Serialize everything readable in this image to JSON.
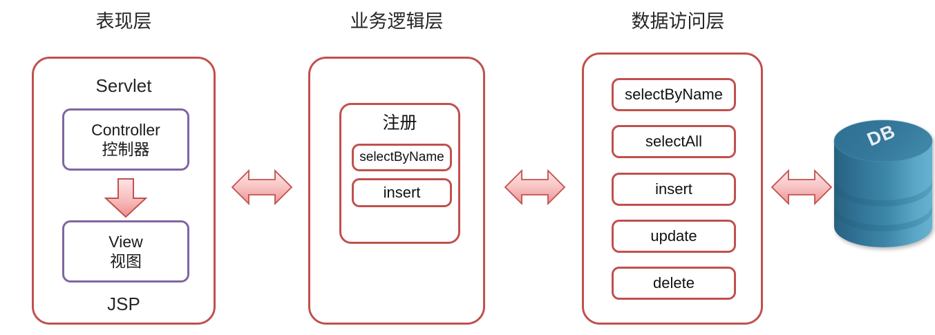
{
  "diagram": {
    "title_presentation": "表现层",
    "title_business": "业务逻辑层",
    "title_data": "数据访问层",
    "colors": {
      "panel_border": "#C0504D",
      "inner_purple": "#8064A2",
      "inner_red": "#C0504D",
      "arrow_fill_light": "#FBDCDC",
      "arrow_fill_dark": "#F19A9A",
      "arrow_border": "#C0504D",
      "db_blue_dark": "#2E6B8E",
      "db_blue_light": "#5BA3C9",
      "text": "#1a1a1a"
    }
  },
  "presentation": {
    "header_label": "Servlet",
    "footer_label": "JSP",
    "controller": {
      "line1": "Controller",
      "line2": "控制器"
    },
    "view": {
      "line1": "View",
      "line2": "视图"
    },
    "flow_arrow": "down-arrow-icon"
  },
  "business": {
    "group": {
      "title": "注册",
      "methods": [
        {
          "label": "selectByName",
          "size": "small"
        },
        {
          "label": "insert",
          "size": "normal"
        }
      ]
    }
  },
  "data_access": {
    "methods": [
      {
        "label": "selectByName"
      },
      {
        "label": "selectAll"
      },
      {
        "label": "insert"
      },
      {
        "label": "update"
      },
      {
        "label": "delete"
      }
    ]
  },
  "database": {
    "label": "DB",
    "icon": "database-cylinder-icon"
  },
  "connectors": [
    {
      "name": "presentation-to-business",
      "type": "double-arrow-icon"
    },
    {
      "name": "business-to-data",
      "type": "double-arrow-icon"
    },
    {
      "name": "data-to-database",
      "type": "double-arrow-icon"
    }
  ]
}
